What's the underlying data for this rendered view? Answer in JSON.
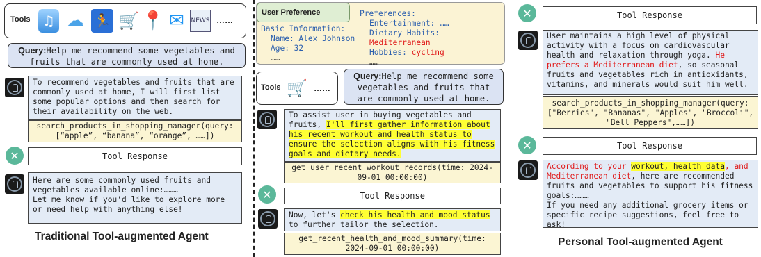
{
  "left": {
    "tools_label": "Tools",
    "tools_more": "……",
    "query_label": "Query:",
    "query_text": "Help me recommend some vegetables and fruits that are commonly used at home.",
    "agent1": "To recommend vegetables and fruits that are commonly used at home, I will first list some popular options and then search for their availability on the web.",
    "call1": "search_products_in_shopping_manager(query: [“apple”, “banana”, “orange”, ……])",
    "tool_response": "Tool Response",
    "agent2a": "Here are some commonly used fruits and vegetables available online:………",
    "agent2b": "Let me know if you'd like to explore more or need help with anything else!",
    "caption": "Traditional Tool-augmented Agent"
  },
  "middle": {
    "pref_title": "User Preference",
    "basic_info": "Basic Information:",
    "name_line": "Name: Alex Johnson",
    "age_line": "Age: 32",
    "basic_more": "……",
    "preferences": "Preferences:",
    "entertainment": "Entertainment: ……",
    "diet_label": "Dietary Habits: ",
    "diet_value": "Mediterranean",
    "hobbies_label": "Hobbies: ",
    "hobbies_value": "cycling",
    "pref_more": "……",
    "tools_label": "Tools",
    "tools_more": "……",
    "query_label": "Query:",
    "query_text": "Help me recommend some vegetables and fruits that are commonly used at home.",
    "agent1_plain": "To assist user in buying vegetables and fruits, ",
    "agent1_hl": "I'll first gather information about his recent workout and health status to ensure the selection aligns with his fitness goals and dietary needs.",
    "call1": "get_user_recent_workout_records(time: 2024-09-01 00:00:00)",
    "tool_response": "Tool Response",
    "agent2_plain1": "Now, let's ",
    "agent2_hl": "check his health and mood status",
    "agent2_plain2": " to further tailor the selection.",
    "call2": "get_recent_health_and_mood_summary(time: 2024-09-01 00:00:00)"
  },
  "right": {
    "tool_response1": "Tool Response",
    "agent1_a": "User maintains a high level of physical activity with a focus on cardiovascular health and relaxation through yoga. ",
    "agent1_red": "He prefers a Mediterranean diet",
    "agent1_b": ", so seasonal fruits and vegetables rich in antioxidants, vitamins, and minerals would suit him well.",
    "call1": "search_products_in_shopping_manager(query: [\"Berries\", \"Bananas\", \"Apples\", \"Broccoli\", \"Bell Peppers\",……])",
    "tool_response2": "Tool Response",
    "agent2_red1": "According to your ",
    "agent2_hl": "workout, health data",
    "agent2_red2": ", and Mediterranean diet",
    "agent2_b": ", here are recommended fruits and vegetables to support his fitness goals:………",
    "agent2_c": "If you need any additional grocery items or specific recipe suggestions, feel free to ask!",
    "caption": "Personal Tool-augmented Agent"
  },
  "colors": {
    "query_bg": "#dbe3f3",
    "agent_bg": "#e3ebf6",
    "call_bg": "#fbf5d3",
    "highlight": "#ffff33",
    "red": "#e01818",
    "wrench": "#5bb89a"
  },
  "icons": [
    "music-icon",
    "weather-icon",
    "fitness-icon",
    "cart-icon",
    "map-pin-icon",
    "mail-icon",
    "news-icon",
    "wrench-icon",
    "agent-avatar-icon"
  ]
}
